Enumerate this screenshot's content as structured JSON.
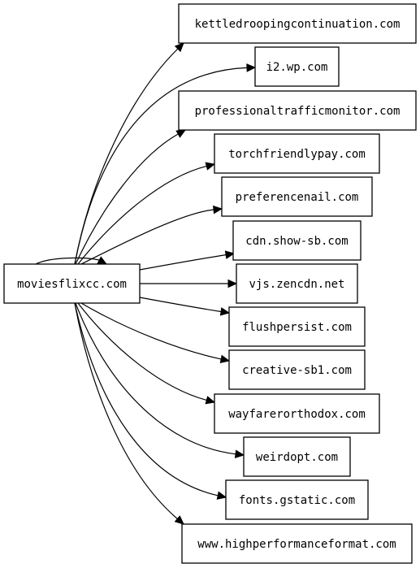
{
  "graph": {
    "source": "moviesflixcc.com",
    "targets": [
      "kettledroopingcontinuation.com",
      "i2.wp.com",
      "professionaltrafficmonitor.com",
      "torchfriendlypay.com",
      "preferencenail.com",
      "cdn.show-sb.com",
      "vjs.zencdn.net",
      "flushpersist.com",
      "creative-sb1.com",
      "wayfarerorthodox.com",
      "weirdopt.com",
      "fonts.gstatic.com",
      "www.highperformanceformat.com"
    ],
    "self_loop": true
  }
}
